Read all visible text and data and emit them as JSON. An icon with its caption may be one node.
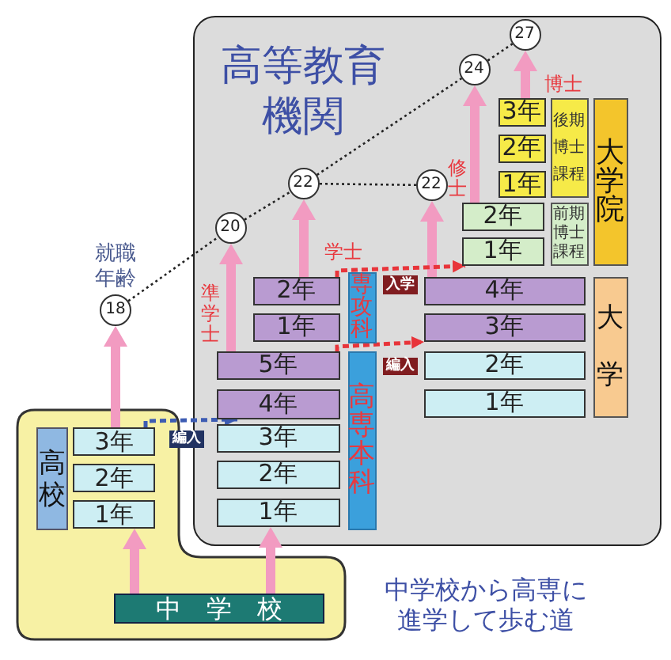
{
  "diagram": {
    "caption": "中学校から高専に進学して歩む道",
    "nodes": [
      {
        "text": [
          "高等教育機関"
        ]
      },
      {
        "text": [
          "27"
        ],
        "in": 0
      },
      {
        "text": [
          "24"
        ],
        "in": 0
      },
      {
        "text": [
          "大学院"
        ],
        "in": 0
      },
      {
        "text": [
          "後期博士課程"
        ],
        "in": 0
      },
      {
        "text": [
          "3年"
        ],
        "in": 0
      },
      {
        "text": [
          "2年"
        ],
        "in": 0
      },
      {
        "text": [
          "1年"
        ],
        "in": 0
      },
      {
        "text": [
          "22"
        ],
        "in": 0
      },
      {
        "text": [
          "22"
        ],
        "in": 0
      },
      {
        "text": [
          "2年"
        ],
        "in": 0
      },
      {
        "text": [
          "前期博士課程"
        ],
        "in": 0
      },
      {
        "text": [
          "1年"
        ],
        "in": 0
      },
      {
        "text": [
          "20"
        ],
        "in": 0
      },
      {
        "text": [
          "専攻科"
        ],
        "in": 0
      },
      {
        "text": [
          "2年"
        ],
        "in": 0
      },
      {
        "text": [
          "1年"
        ],
        "in": 0
      },
      {
        "text": [
          "4年"
        ],
        "in": 0
      },
      {
        "text": [
          "3年"
        ],
        "in": 0
      },
      {
        "text": [
          "大学"
        ],
        "in": 0
      },
      {
        "text": [
          "2年"
        ],
        "in": 0
      },
      {
        "text": [
          "1年"
        ],
        "in": 0
      },
      {
        "text": [
          "高専本科"
        ],
        "in": 0
      },
      {
        "text": [
          "5年"
        ],
        "in": 0
      },
      {
        "text": [
          "4年"
        ],
        "in": 0
      },
      {
        "text": [
          "3年"
        ],
        "in": 0
      },
      {
        "text": [
          "2年"
        ],
        "in": 0
      },
      {
        "text": [
          "1年"
        ],
        "in": 0
      },
      {
        "text": [
          "18"
        ],
        "beside": [
          "就職年齢"
        ]
      },
      {
        "text": [],
        "shape": "box"
      },
      {
        "text": [
          "高校"
        ],
        "in": 29
      },
      {
        "text": [
          "3年"
        ],
        "in": 29
      },
      {
        "text": [
          "2年"
        ],
        "in": 29
      },
      {
        "text": [
          "1年"
        ],
        "in": 29
      },
      {
        "text": [
          "中学校"
        ],
        "in": 29
      }
    ],
    "edges": [
      {
        "from": 34,
        "to": 33,
        "arrow": "to"
      },
      {
        "from": 34,
        "to": 27,
        "arrow": "to"
      },
      {
        "from": 31,
        "to": 28,
        "arrow": "to"
      },
      {
        "from": 23,
        "to": 13,
        "arrow": "to",
        "label": "準学士"
      },
      {
        "from": 15,
        "to": 8,
        "arrow": "to",
        "label": "学士"
      },
      {
        "from": 17,
        "to": 9,
        "arrow": "to"
      },
      {
        "from": 10,
        "to": 2,
        "arrow": "to",
        "label": "修士"
      },
      {
        "from": 5,
        "to": 1,
        "arrow": "to",
        "label": "博士"
      },
      {
        "from": 28,
        "to": 13,
        "arrow": "none",
        "style": "dashed",
        "color": "#222222"
      },
      {
        "from": 13,
        "to": 8,
        "arrow": "none",
        "style": "dashed",
        "color": "#222222"
      },
      {
        "from": 8,
        "to": 2,
        "arrow": "none",
        "style": "dashed",
        "color": "#222222"
      },
      {
        "from": 2,
        "to": 1,
        "arrow": "none",
        "style": "dashed",
        "color": "#222222"
      },
      {
        "from": 8,
        "to": 9,
        "arrow": "none",
        "style": "dashed",
        "color": "#222222"
      },
      {
        "from": 31,
        "to": 24,
        "arrow": "to",
        "label": "編入",
        "style": "dashed",
        "color": "#3d5cb3"
      },
      {
        "from": 15,
        "to": 12,
        "arrow": "to",
        "label": "入学",
        "style": "dashed",
        "color": "#e8343a"
      },
      {
        "from": 23,
        "to": 18,
        "arrow": "to",
        "label": "編入",
        "style": "dashed",
        "color": "#e8343a"
      }
    ]
  }
}
